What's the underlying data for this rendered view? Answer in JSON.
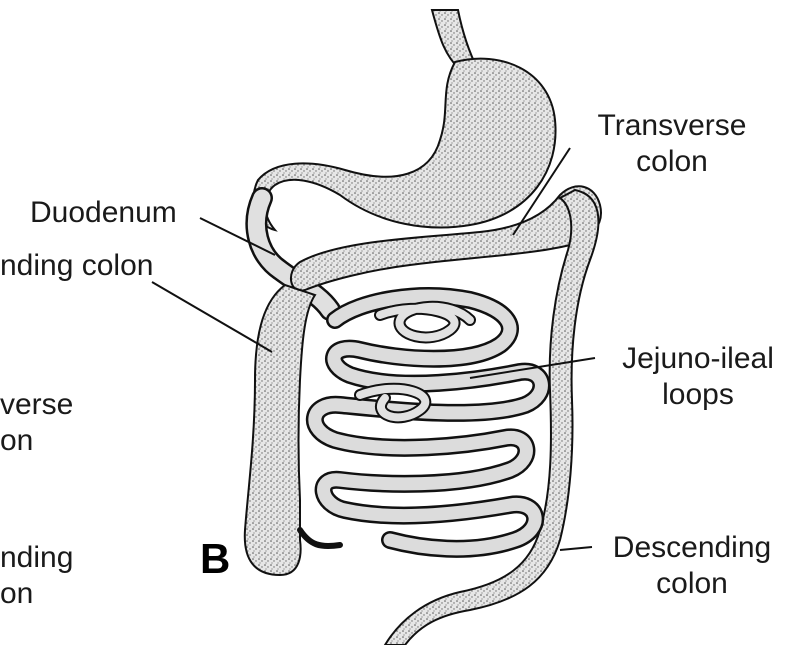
{
  "diagram": {
    "panel_letter": "B",
    "labels": {
      "duodenum": "Duodenum",
      "ascending_colon": "nding colon",
      "transverse_colon_right": [
        "Transverse",
        "colon"
      ],
      "jejuno_ileal_loops": [
        "Jejuno-ileal",
        "loops"
      ],
      "descending_colon_right": [
        "Descending",
        "colon"
      ],
      "transverse_colon_left_fragment": [
        "verse",
        "on"
      ],
      "descending_colon_left_fragment": [
        "nding",
        "on"
      ]
    },
    "colors": {
      "ink": "#1a1a1a",
      "stipple_fill": "#d9d9d9",
      "background": "#ffffff"
    }
  }
}
